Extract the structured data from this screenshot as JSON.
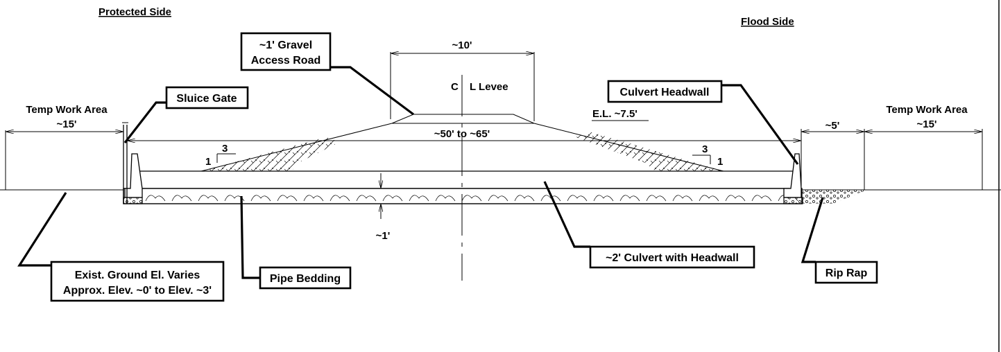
{
  "headings": {
    "protected_side": "Protected Side",
    "flood_side": "Flood Side"
  },
  "labels": {
    "gravel_road": [
      "~1' Gravel",
      "Access Road"
    ],
    "sluice_gate": "Sluice Gate",
    "culvert_headwall": "Culvert Headwall",
    "culvert": "~2' Culvert with Headwall",
    "pipe_bedding": "Pipe Bedding",
    "rip_rap": "Rip Rap",
    "exist_ground": [
      "Exist. Ground El. Varies",
      "Approx. Elev. ~0' to Elev. ~3'"
    ]
  },
  "dimensions": {
    "crest_width": "~10'",
    "base_width": "~50' to ~65'",
    "bedding_depth": "~1'",
    "flood_side_gap": "~5'",
    "left_work_area": [
      "Temp Work Area",
      "~15'"
    ],
    "right_work_area": [
      "Temp Work Area",
      "~15'"
    ]
  },
  "annotations": {
    "centerline": [
      "C",
      "L Levee"
    ],
    "elevation": "E.L. ~7.5'",
    "left_slope": {
      "rise": "1",
      "run": "3"
    },
    "right_slope": {
      "rise": "1",
      "run": "3"
    }
  }
}
